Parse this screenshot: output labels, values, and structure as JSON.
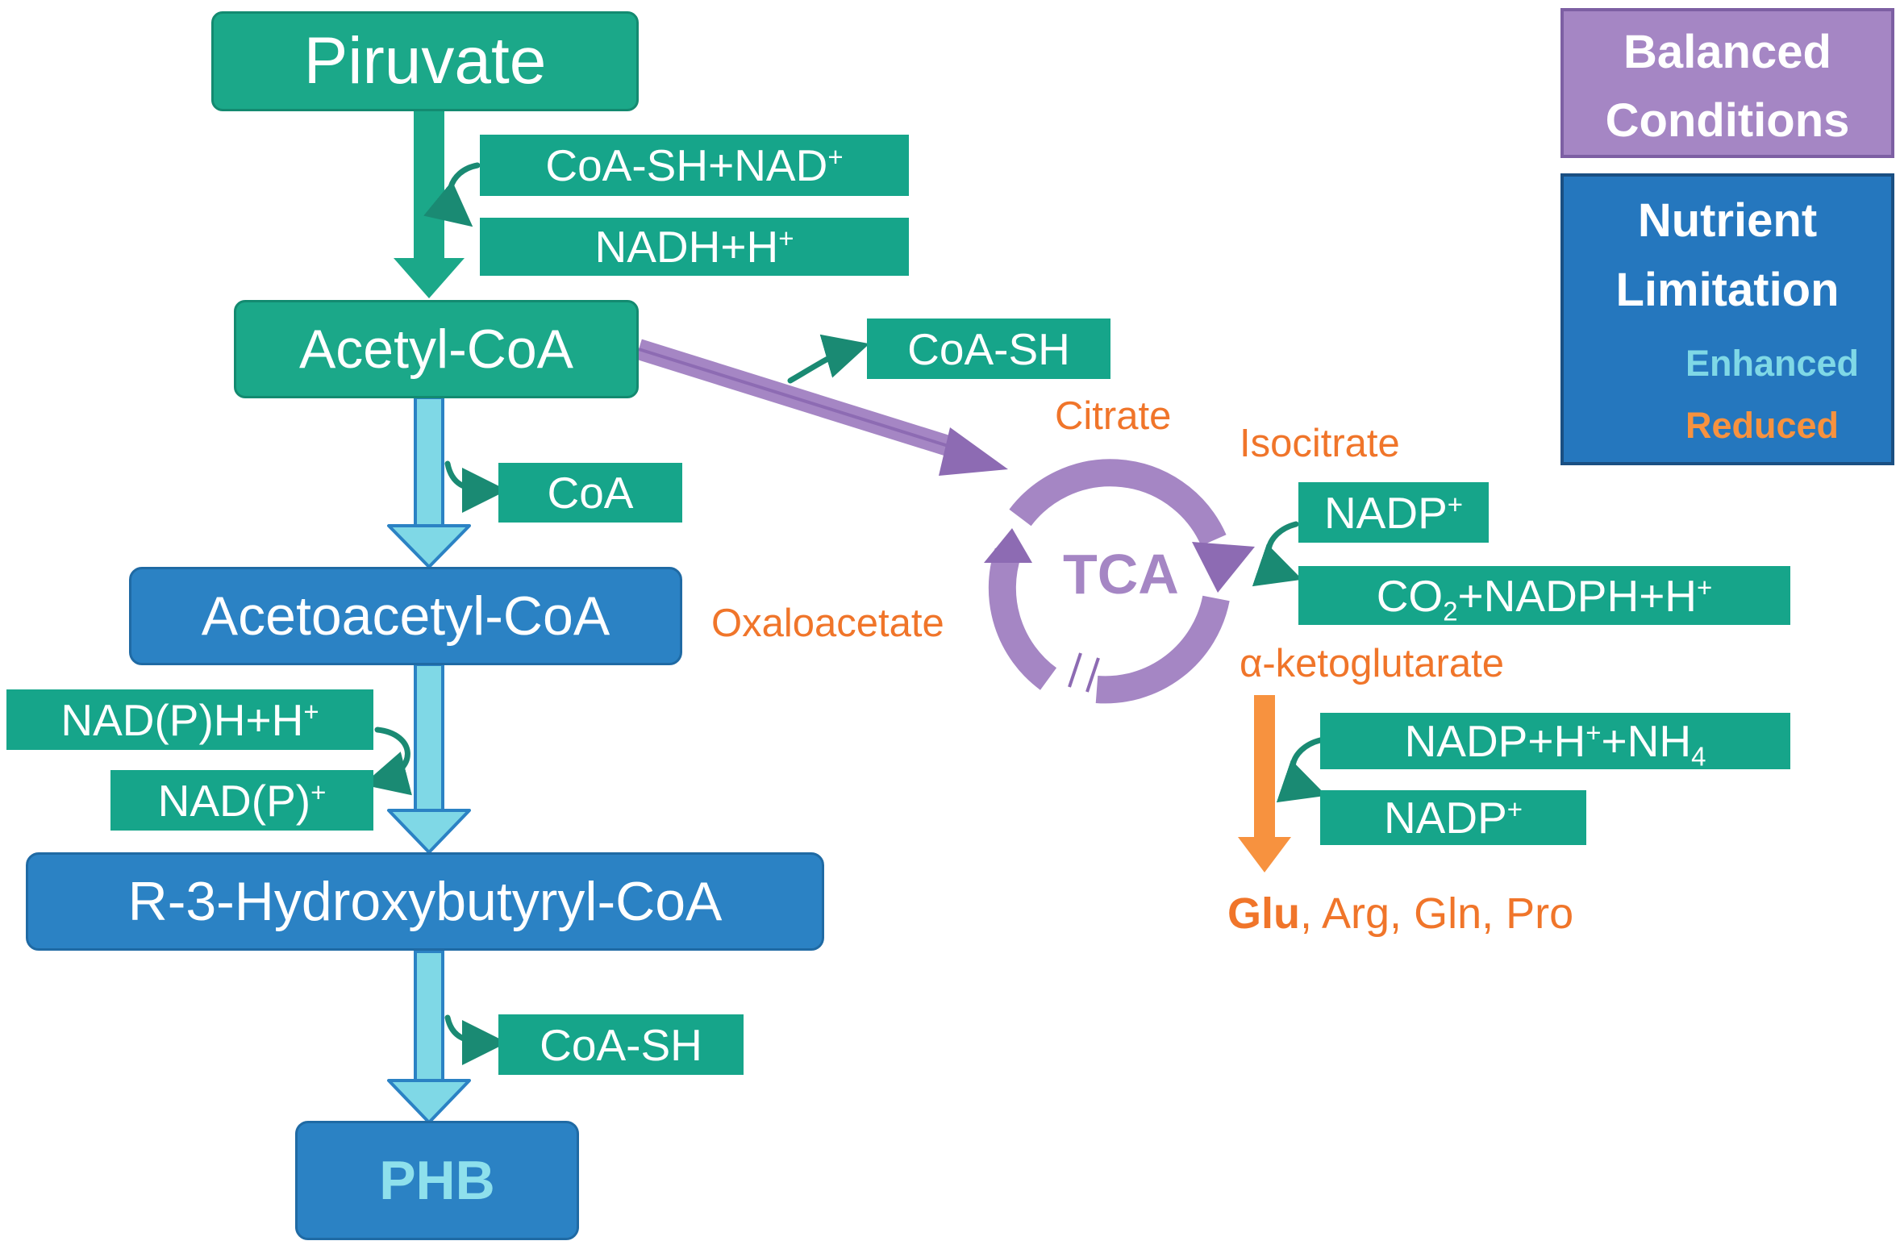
{
  "nodes": {
    "piruvate": "Piruvate",
    "acetyl_coa": "Acetyl-CoA",
    "acetoacetyl_coa": "Acetoacetyl-CoA",
    "hydroxybutyryl_coa": "R-3-Hydroxybutyryl-CoA",
    "phb": "PHB"
  },
  "cofactors": {
    "step1_in": {
      "base": "CoA-SH+NAD",
      "sup": "+"
    },
    "step1_out": {
      "base": "NADH+H",
      "sup": "+"
    },
    "acetyl_to_tca_out": "CoA-SH",
    "step2_out": "CoA",
    "step3_in": {
      "base": "NAD(P)H+H",
      "sup": "+"
    },
    "step3_out": {
      "base": "NAD(P)",
      "sup": "+"
    },
    "step4_out": "CoA-SH",
    "isocitrate_in": {
      "base": "NADP",
      "sup": "+"
    },
    "isocitrate_out": {
      "pre": "CO",
      "sub": "2",
      "mid": "+NADPH+H",
      "sup": "+"
    },
    "glutamate_in": {
      "pre": "NADP+H",
      "sup": "+",
      "mid": "+NH",
      "sub": "4"
    },
    "glutamate_out": {
      "base": "NADP",
      "sup": "+"
    }
  },
  "tca": {
    "label": "TCA",
    "citrate": "Citrate",
    "isocitrate": "Isocitrate",
    "oxaloacetate": "Oxaloacetate",
    "alpha_ketoglutarate": "α-ketoglutarate"
  },
  "products": {
    "glu": "Glu",
    "rest": ", Arg, Gln, Pro"
  },
  "legend": {
    "balanced_line1": "Balanced",
    "balanced_line2": "Conditions",
    "nutrient_line1": "Nutrient",
    "nutrient_line2": "Limitation",
    "enhanced": "Enhanced",
    "reduced": "Reduced"
  },
  "colors": {
    "green_node": "#1ba889",
    "blue_node": "#2b82c4",
    "enhanced_arrow": "#7fd8e6",
    "tca_purple": "#8d6bb3",
    "orange": "#f0752a",
    "legend_purple": "#a586c4",
    "legend_blue": "#2577be"
  }
}
